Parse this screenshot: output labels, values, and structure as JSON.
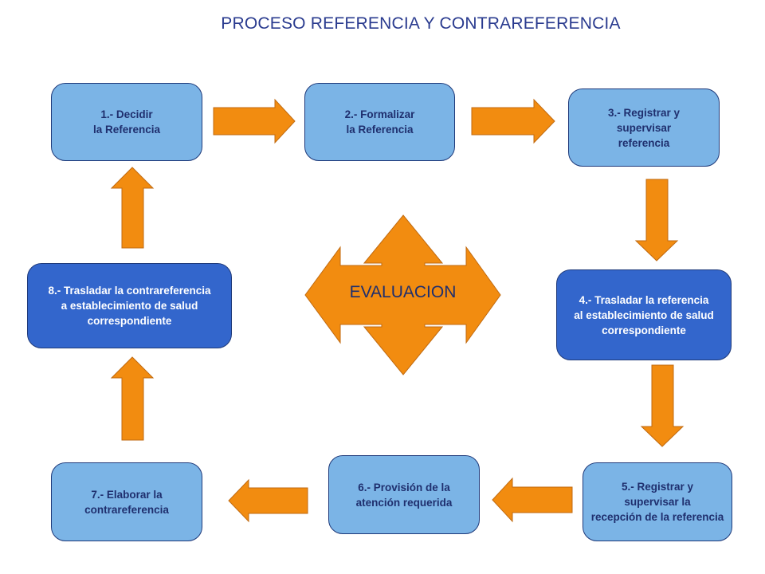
{
  "title": "PROCESO REFERENCIA Y CONTRAREFERENCIA",
  "center_label": "EVALUACION",
  "colors": {
    "light_box": "#7bb4e6",
    "dark_box": "#3366cc",
    "arrow": "#f28c10",
    "title": "#2a3b8f"
  },
  "steps": [
    {
      "label": "1.- Decidir\nla Referencia"
    },
    {
      "label": "2.- Formalizar\nla Referencia"
    },
    {
      "label": "3.- Registrar y\nsupervisar\nreferencia"
    },
    {
      "label": "4.- Trasladar la referencia\nal establecimiento de salud\ncorrespondiente"
    },
    {
      "label": "5.- Registrar y\nsupervisar la\nrecepción de la referencia"
    },
    {
      "label": "6.- Provisión de la\natención requerida"
    },
    {
      "label": "7.- Elaborar la\ncontrareferencia"
    },
    {
      "label": "8.- Trasladar la contrareferencia\na establecimiento de salud\ncorrespondiente"
    }
  ]
}
